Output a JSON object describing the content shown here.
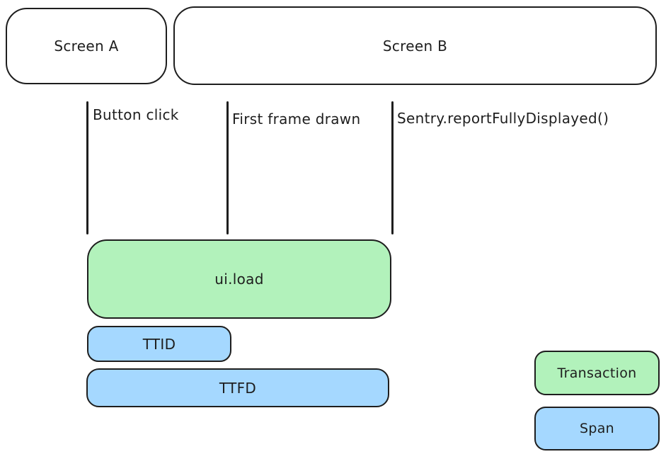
{
  "diagram": {
    "screens": [
      {
        "label": "Screen A"
      },
      {
        "label": "Screen B"
      }
    ],
    "events": [
      {
        "label": "Button click"
      },
      {
        "label": "First frame drawn"
      },
      {
        "label": "Sentry.reportFullyDisplayed()"
      }
    ],
    "spans": [
      {
        "label": "ui.load",
        "kind": "transaction"
      },
      {
        "label": "TTID",
        "kind": "span"
      },
      {
        "label": "TTFD",
        "kind": "span"
      }
    ],
    "legend": [
      {
        "label": "Transaction",
        "color": "#b2f2bb"
      },
      {
        "label": "Span",
        "color": "#a5d8ff"
      }
    ],
    "colors": {
      "transaction_fill": "#b2f2bb",
      "span_fill": "#a5d8ff",
      "stroke": "#1e1e1e",
      "background": "#ffffff"
    }
  }
}
